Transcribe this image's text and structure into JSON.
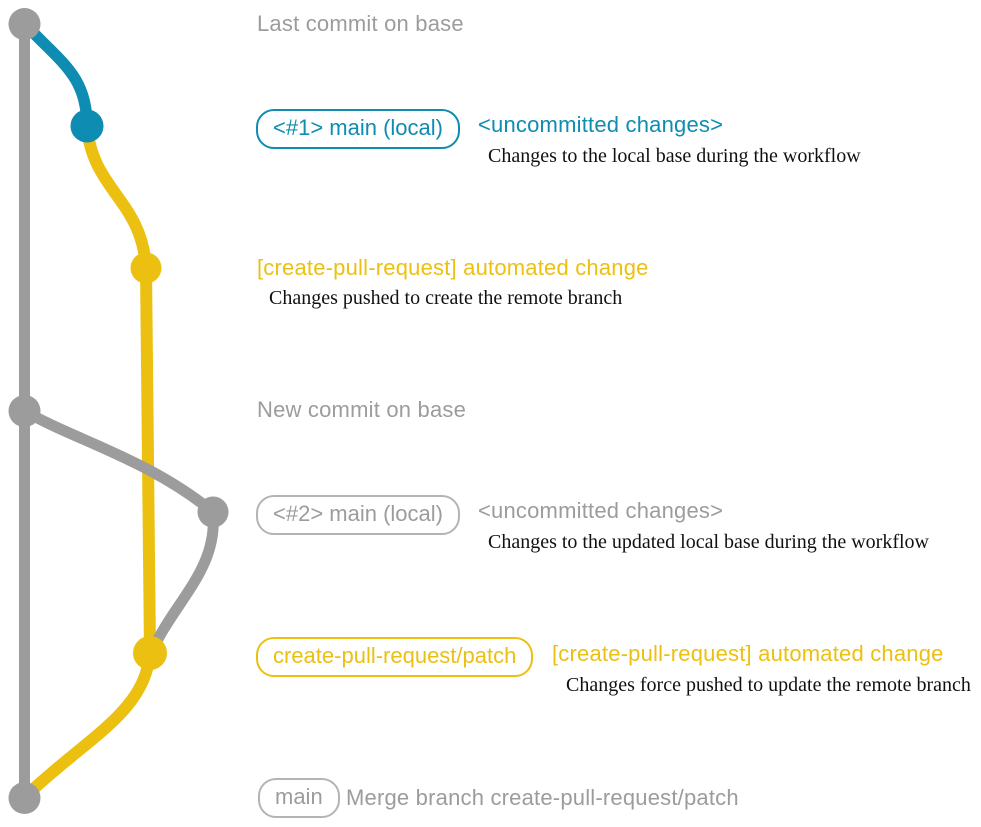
{
  "colors": {
    "teal": "#0e8cb2",
    "yellow": "#ecc011",
    "gray": "#9c9c9c",
    "badge_gray_border": "#b4b4b4",
    "description_text": "#111111",
    "background": "#ffffff"
  },
  "graph": {
    "branches": [
      {
        "name": "base",
        "color_name": "gray"
      },
      {
        "name": "main (local)",
        "color_name": "teal"
      },
      {
        "name": "create-pull-request/patch",
        "color_name": "yellow"
      }
    ],
    "commits": [
      {
        "id": "last-base-commit",
        "branch": "base",
        "color_name": "gray",
        "label": "Last commit on base"
      },
      {
        "id": "local-commit-1",
        "branch": "main (local)",
        "color_name": "teal",
        "label": "<#1> main (local) <uncommitted changes>"
      },
      {
        "id": "patch-commit-1",
        "branch": "create-pull-request/patch",
        "color_name": "yellow",
        "label": "[create-pull-request] automated change"
      },
      {
        "id": "new-base-commit",
        "branch": "base",
        "color_name": "gray",
        "label": "New commit on base"
      },
      {
        "id": "local-commit-2",
        "branch": "main (local)",
        "color_name": "gray",
        "label": "<#2> main (local) <uncommitted changes>"
      },
      {
        "id": "patch-commit-2",
        "branch": "create-pull-request/patch",
        "color_name": "yellow",
        "label": "[create-pull-request] automated change"
      },
      {
        "id": "merge-commit",
        "branch": "base",
        "color_name": "gray",
        "label": "Merge branch create-pull-request/patch"
      }
    ]
  },
  "annotations": {
    "last_commit": "Last commit on base",
    "new_commit": "New commit on base",
    "row1": {
      "badge": "<#1> main (local)",
      "heading": "<uncommitted changes>",
      "desc": "Changes to the local base during the workflow"
    },
    "row2": {
      "heading": "[create-pull-request] automated change",
      "desc": "Changes pushed to create the remote branch"
    },
    "row3": {
      "badge": "<#2> main (local)",
      "heading": "<uncommitted changes>",
      "desc": "Changes to the updated local base during the workflow"
    },
    "row4": {
      "badge": "create-pull-request/patch",
      "heading": "[create-pull-request] automated change",
      "desc": "Changes force pushed to update the remote branch"
    },
    "row5": {
      "badge": "main",
      "heading": "Merge branch create-pull-request/patch"
    }
  }
}
